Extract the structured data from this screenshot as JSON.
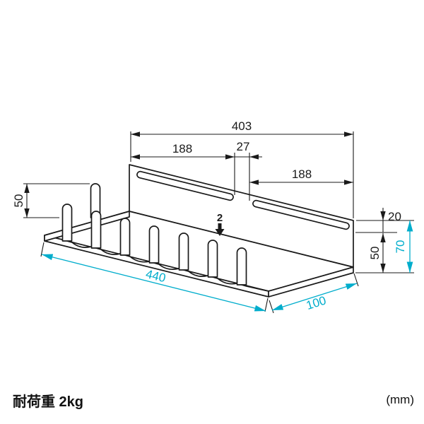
{
  "diagram": {
    "dimensions": {
      "slot_total": "403",
      "slot_left": "188",
      "slot_gap": "27",
      "slot_right": "188",
      "hook_height": "50",
      "plate_thickness": "2",
      "top_to_slot": "20",
      "slot_to_base": "50",
      "overall_height": "70",
      "tray_length": "440",
      "tray_depth": "100"
    },
    "colors": {
      "line": "#1a1a1a",
      "accent": "#00adcc"
    }
  },
  "footer": {
    "load_capacity": "耐荷重 2kg",
    "unit": "(mm)"
  }
}
